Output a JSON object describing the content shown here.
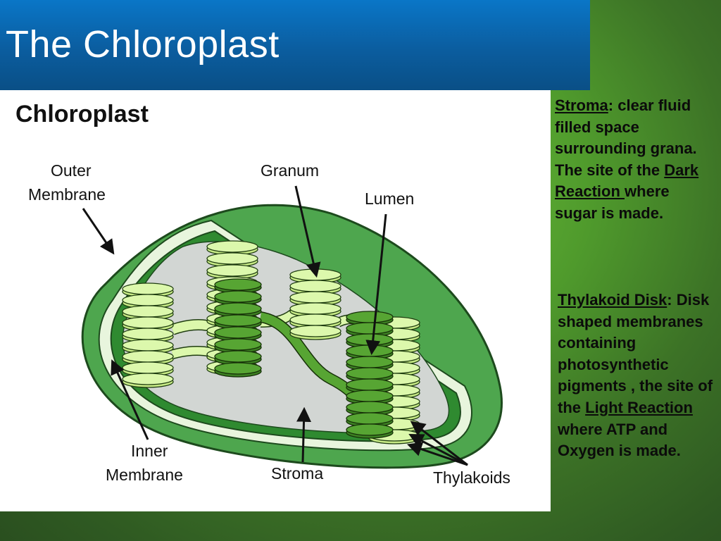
{
  "slide": {
    "title": "The Chloroplast"
  },
  "diagram": {
    "title": "Chloroplast",
    "labels": {
      "outer_membrane_line1": "Outer",
      "outer_membrane_line2": "Membrane",
      "granum": "Granum",
      "lumen": "Lumen",
      "inner_membrane_line1": "Inner",
      "inner_membrane_line2": "Membrane",
      "stroma": "Stroma",
      "thylakoids": "Thylakoids"
    },
    "colors": {
      "outer": "#4aa54a",
      "inner": "#2e8b2e",
      "stroma": "#d3d6d4",
      "thylakoid_light": "#d9f7a7",
      "thylakoid_dark": "#4e9a2c"
    }
  },
  "notes": {
    "stroma": {
      "term": "Stroma",
      "text_1": ": clear fluid filled space surrounding grana. The site of the ",
      "link": "Dark Reaction ",
      "text_2": "where sugar is made."
    },
    "thylakoid": {
      "term": "Thylakoid Disk",
      "text_1": ": Disk shaped membranes containing photosynthetic pigments , the site of the ",
      "link": "Light Reaction",
      "text_2": " where ATP and Oxygen is made."
    }
  }
}
